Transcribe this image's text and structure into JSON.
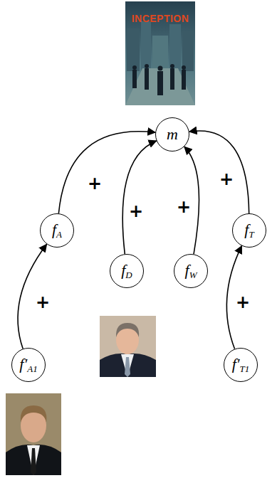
{
  "diagram": {
    "nodes": [
      {
        "text": [
          "m"
        ]
      },
      {
        "text": [
          "fA"
        ]
      },
      {
        "text": [
          "fD"
        ]
      },
      {
        "text": [
          "fW"
        ]
      },
      {
        "text": [
          "fT"
        ]
      },
      {
        "text": [
          "f′A1"
        ]
      },
      {
        "text": [
          "f′T1"
        ]
      }
    ],
    "edges": [
      {
        "from": 1,
        "to": 0,
        "arrow": "to",
        "label": "+"
      },
      {
        "from": 2,
        "to": 0,
        "arrow": "to",
        "label": "+"
      },
      {
        "from": 3,
        "to": 0,
        "arrow": "to",
        "label": "+"
      },
      {
        "from": 4,
        "to": 0,
        "arrow": "to",
        "label": "+"
      },
      {
        "from": 5,
        "to": 1,
        "arrow": "to",
        "label": "+"
      },
      {
        "from": 6,
        "to": 4,
        "arrow": "to",
        "label": "+"
      }
    ],
    "labels": [
      "INCEPTION"
    ]
  }
}
